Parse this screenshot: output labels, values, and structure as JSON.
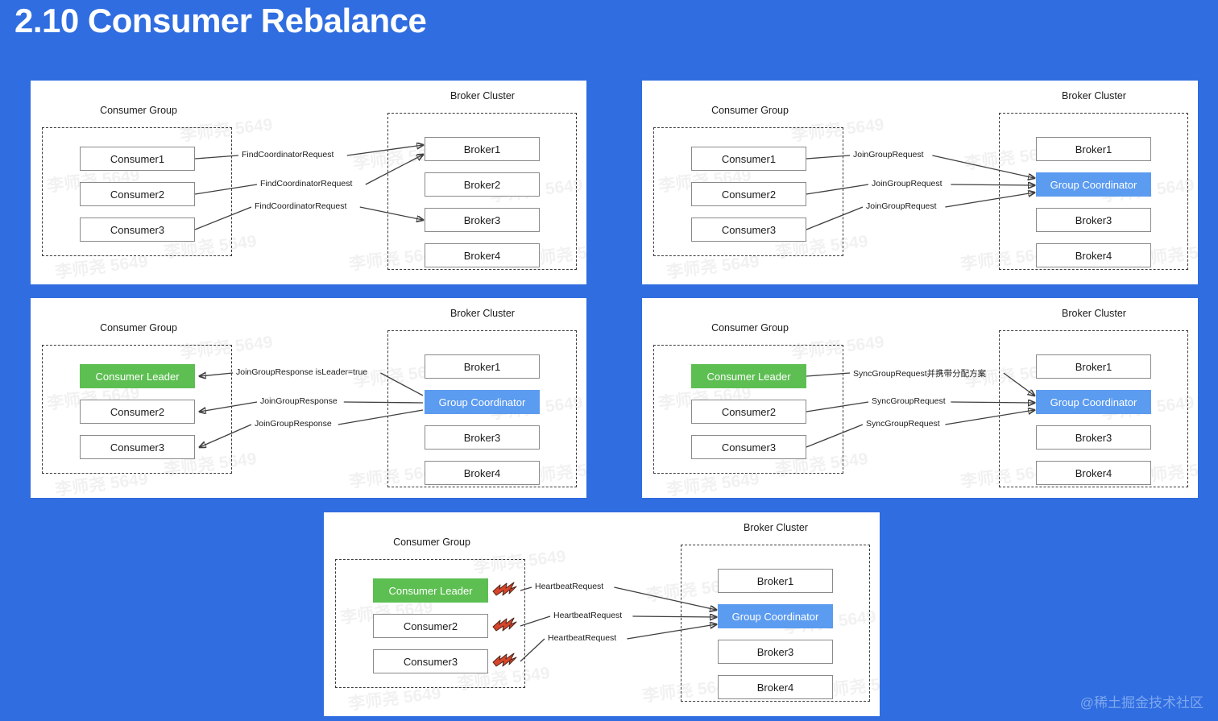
{
  "title": "2.10 Consumer Rebalance",
  "brand_watermark": "@稀土掘金技术社区",
  "tile_watermark": "李师尧 5649",
  "colors": {
    "background": "#2f6de0",
    "panel": "#ffffff",
    "coordinator": "#5b9bf0",
    "leader": "#5dbf52",
    "node_border": "#8a8a8a",
    "dashed_border": "#3a3a3a",
    "title_text": "#ffffff",
    "bolt": "#d6452b"
  },
  "labels": {
    "consumer_group": "Consumer Group",
    "broker_cluster": "Broker Cluster",
    "consumer1": "Consumer1",
    "consumer2": "Consumer2",
    "consumer3": "Consumer3",
    "consumer_leader": "Consumer Leader",
    "broker1": "Broker1",
    "broker2": "Broker2",
    "broker3": "Broker3",
    "broker4": "Broker4",
    "group_coordinator": "Group Coordinator"
  },
  "panels": [
    {
      "id": "find-coordinator",
      "step": 1,
      "group_title": "Consumer Group",
      "cluster_title": "Broker Cluster",
      "consumers": [
        "Consumer1",
        "Consumer2",
        "Consumer3"
      ],
      "brokers": [
        "Broker1",
        "Broker2",
        "Broker3",
        "Broker4"
      ],
      "coordinator_index": null,
      "leader": false,
      "messages": [
        "FindCoordinatorRequest",
        "FindCoordinatorRequest",
        "FindCoordinatorRequest"
      ],
      "direction": "to-broker",
      "heartbeat": false
    },
    {
      "id": "join-group-request",
      "step": 2,
      "group_title": "Consumer Group",
      "cluster_title": "Broker Cluster",
      "consumers": [
        "Consumer1",
        "Consumer2",
        "Consumer3"
      ],
      "brokers": [
        "Broker1",
        "Group Coordinator",
        "Broker3",
        "Broker4"
      ],
      "coordinator_index": 1,
      "leader": false,
      "messages": [
        "JoinGroupRequest",
        "JoinGroupRequest",
        "JoinGroupRequest"
      ],
      "direction": "to-broker",
      "heartbeat": false
    },
    {
      "id": "join-group-response",
      "step": 3,
      "group_title": "Consumer Group",
      "cluster_title": "Broker Cluster",
      "consumers": [
        "Consumer Leader",
        "Consumer2",
        "Consumer3"
      ],
      "brokers": [
        "Broker1",
        "Group Coordinator",
        "Broker3",
        "Broker4"
      ],
      "coordinator_index": 1,
      "leader": true,
      "messages": [
        "JoinGroupResponse isLeader=true",
        "JoinGroupResponse",
        "JoinGroupResponse"
      ],
      "direction": "to-consumer",
      "heartbeat": false
    },
    {
      "id": "sync-group-request",
      "step": 4,
      "group_title": "Consumer Group",
      "cluster_title": "Broker Cluster",
      "consumers": [
        "Consumer Leader",
        "Consumer2",
        "Consumer3"
      ],
      "brokers": [
        "Broker1",
        "Group Coordinator",
        "Broker3",
        "Broker4"
      ],
      "coordinator_index": 1,
      "leader": true,
      "messages": [
        "SyncGroupRequest并携带分配方案",
        "SyncGroupRequest",
        "SyncGroupRequest"
      ],
      "direction": "to-broker",
      "heartbeat": false
    },
    {
      "id": "heartbeat-request",
      "step": 5,
      "group_title": "Consumer Group",
      "cluster_title": "Broker Cluster",
      "consumers": [
        "Consumer Leader",
        "Consumer2",
        "Consumer3"
      ],
      "brokers": [
        "Broker1",
        "Group Coordinator",
        "Broker3",
        "Broker4"
      ],
      "coordinator_index": 1,
      "leader": true,
      "messages": [
        "HeartbeatRequest",
        "HeartbeatRequest",
        "HeartbeatRequest"
      ],
      "direction": "to-broker",
      "heartbeat": true
    }
  ]
}
